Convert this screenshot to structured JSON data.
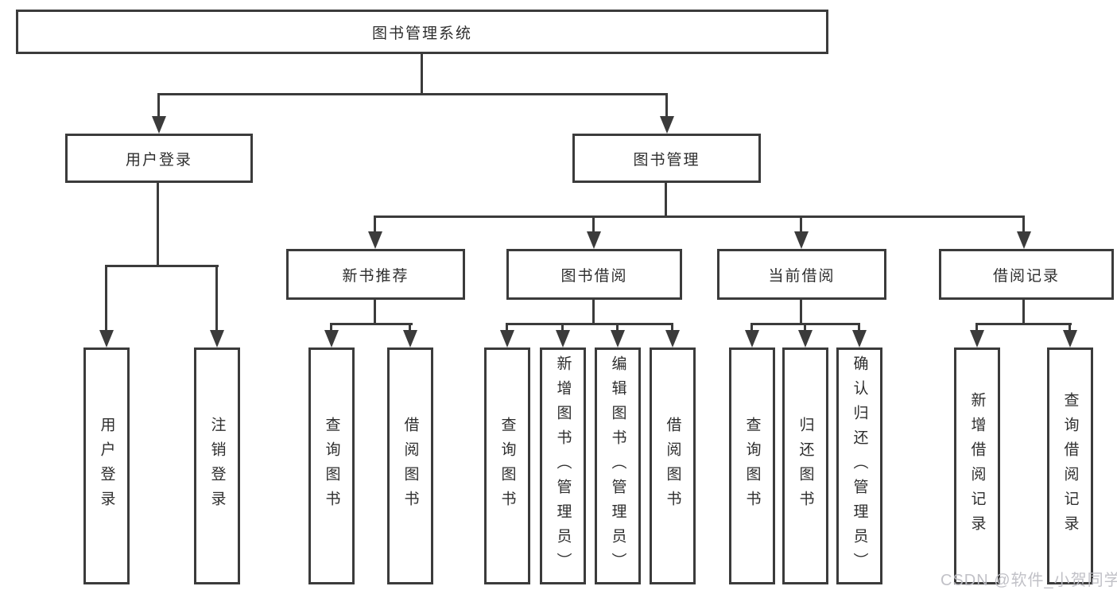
{
  "nodes": {
    "root": "图书管理系统",
    "user_login": "用户登录",
    "book_mgmt": "图书管理",
    "new_book": "新书推荐",
    "book_borrow": "图书借阅",
    "current_borrow": "当前借阅",
    "borrow_record": "借阅记录",
    "leaves": [
      "用户登录",
      "注销登录",
      "查询图书",
      "借阅图书",
      "查询图书",
      "新增图书（管理员）",
      "编辑图书（管理员）",
      "借阅图书",
      "查询图书",
      "归还图书",
      "确认归还（管理员）",
      "新增借阅记录",
      "查询借阅记录"
    ]
  },
  "hierarchy": {
    "图书管理系统": {
      "用户登录": [
        "用户登录",
        "注销登录"
      ],
      "图书管理": {
        "新书推荐": [
          "查询图书",
          "借阅图书"
        ],
        "图书借阅": [
          "查询图书",
          "新增图书（管理员）",
          "编辑图书（管理员）",
          "借阅图书"
        ],
        "当前借阅": [
          "查询图书",
          "归还图书",
          "确认归还（管理员）"
        ],
        "借阅记录": [
          "新增借阅记录",
          "查询借阅记录"
        ]
      }
    }
  },
  "watermark": {
    "text": "CSDN @软件_小贺同学"
  },
  "colors": {
    "line": "#3b3b3b",
    "text": "#2e2e2e",
    "background": "#ffffff",
    "watermark": "#bebec4"
  }
}
